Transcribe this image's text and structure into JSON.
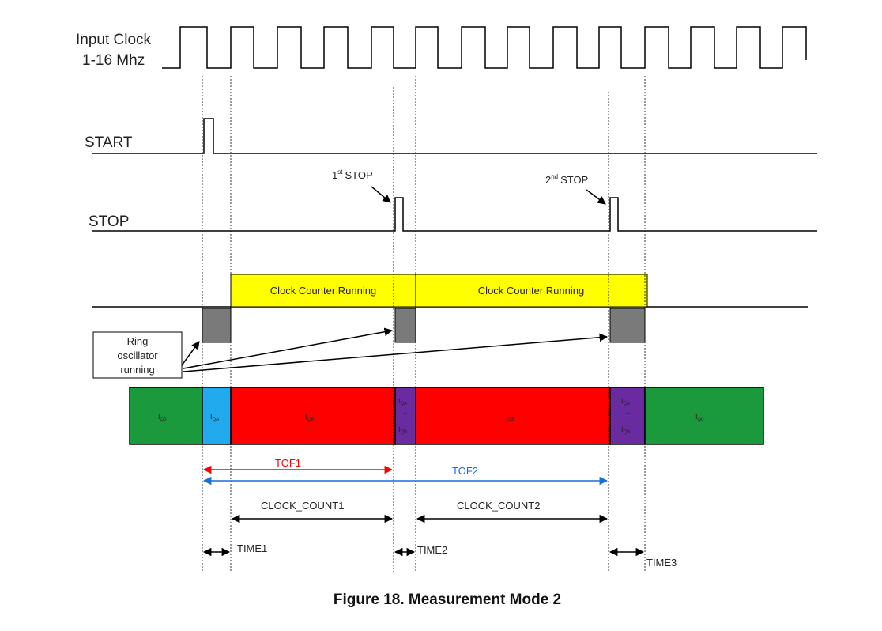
{
  "signals": {
    "input_clock_line1": "Input Clock",
    "input_clock_line2": "1-16 Mhz",
    "start": "START",
    "stop": "STOP"
  },
  "stops": {
    "first": {
      "num": "1",
      "sup": "st",
      "word": "STOP"
    },
    "second": {
      "num": "2",
      "sup": "nd",
      "word": "STOP"
    }
  },
  "counter": {
    "label1": "Clock Counter Running",
    "label2": "Clock Counter Running"
  },
  "ring": {
    "line1": "Ring",
    "line2": "oscillator",
    "line3": "running"
  },
  "currents": {
    "q0": {
      "main": "I",
      "sub": "Q0"
    },
    "qa": {
      "main": "I",
      "sub": "QA"
    },
    "qb": {
      "main": "I",
      "sub": "QB"
    },
    "plus": "+"
  },
  "measure": {
    "tof1": "TOF1",
    "tof2": "TOF2",
    "clock_count1": "CLOCK_COUNT1",
    "clock_count2": "CLOCK_COUNT2",
    "time1": "TIME1",
    "time2": "TIME2",
    "time3": "TIME3"
  },
  "caption": "Figure 18.  Measurement Mode 2",
  "colors": {
    "counter_fill": "#ffff00",
    "ring_fill": "#7a7a7a",
    "q0_fill": "#1a9a3c",
    "qa_fill": "#22aaee",
    "qb_fill": "#ff0000",
    "mixed_fill": "#6a2aa0",
    "tof1_color": "#ff0000",
    "tof2_color": "#1a6fd8"
  }
}
